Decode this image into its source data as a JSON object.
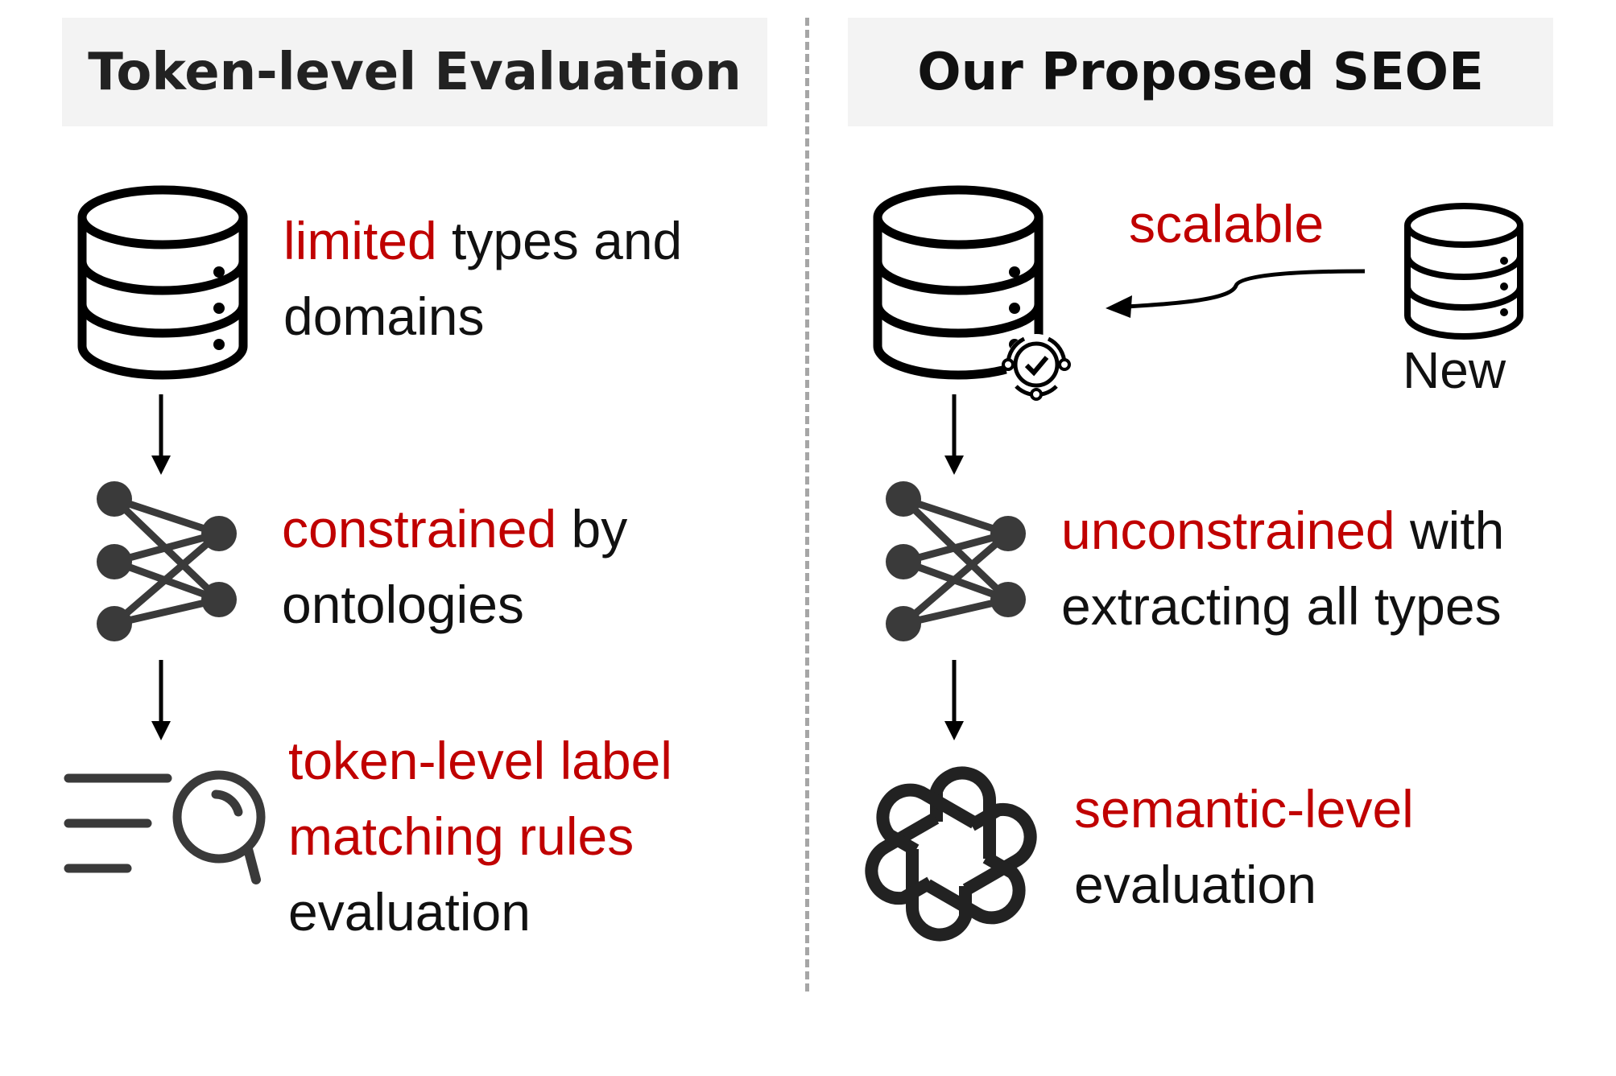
{
  "left_panel": {
    "title": "Token-level Evaluation",
    "step1": {
      "highlight": "limited",
      "rest_line1": " types and",
      "line2": "domains"
    },
    "step2": {
      "highlight": "constrained",
      "rest_line1": " by",
      "line2": "ontologies"
    },
    "step3": {
      "highlight_line1": "token-level label",
      "highlight_line2": "matching rules",
      "line3": "evaluation"
    }
  },
  "right_panel": {
    "title": "Our Proposed SEOE",
    "scalable_label": "scalable",
    "new_label": "New",
    "step2": {
      "highlight": "unconstrained",
      "rest_line1": " with",
      "line2": "extracting all types"
    },
    "step3": {
      "highlight": "semantic-level",
      "line2": "evaluation"
    }
  },
  "colors": {
    "accent_red": "#c00000",
    "icon_dark": "#3a3a3a",
    "title_bg": "#f3f3f3",
    "divider": "#a6a6a6"
  },
  "icons": [
    "database-icon",
    "neural-network-icon",
    "search-list-icon",
    "openai-logo-icon",
    "check-refresh-icon",
    "arrow-down-icon"
  ]
}
